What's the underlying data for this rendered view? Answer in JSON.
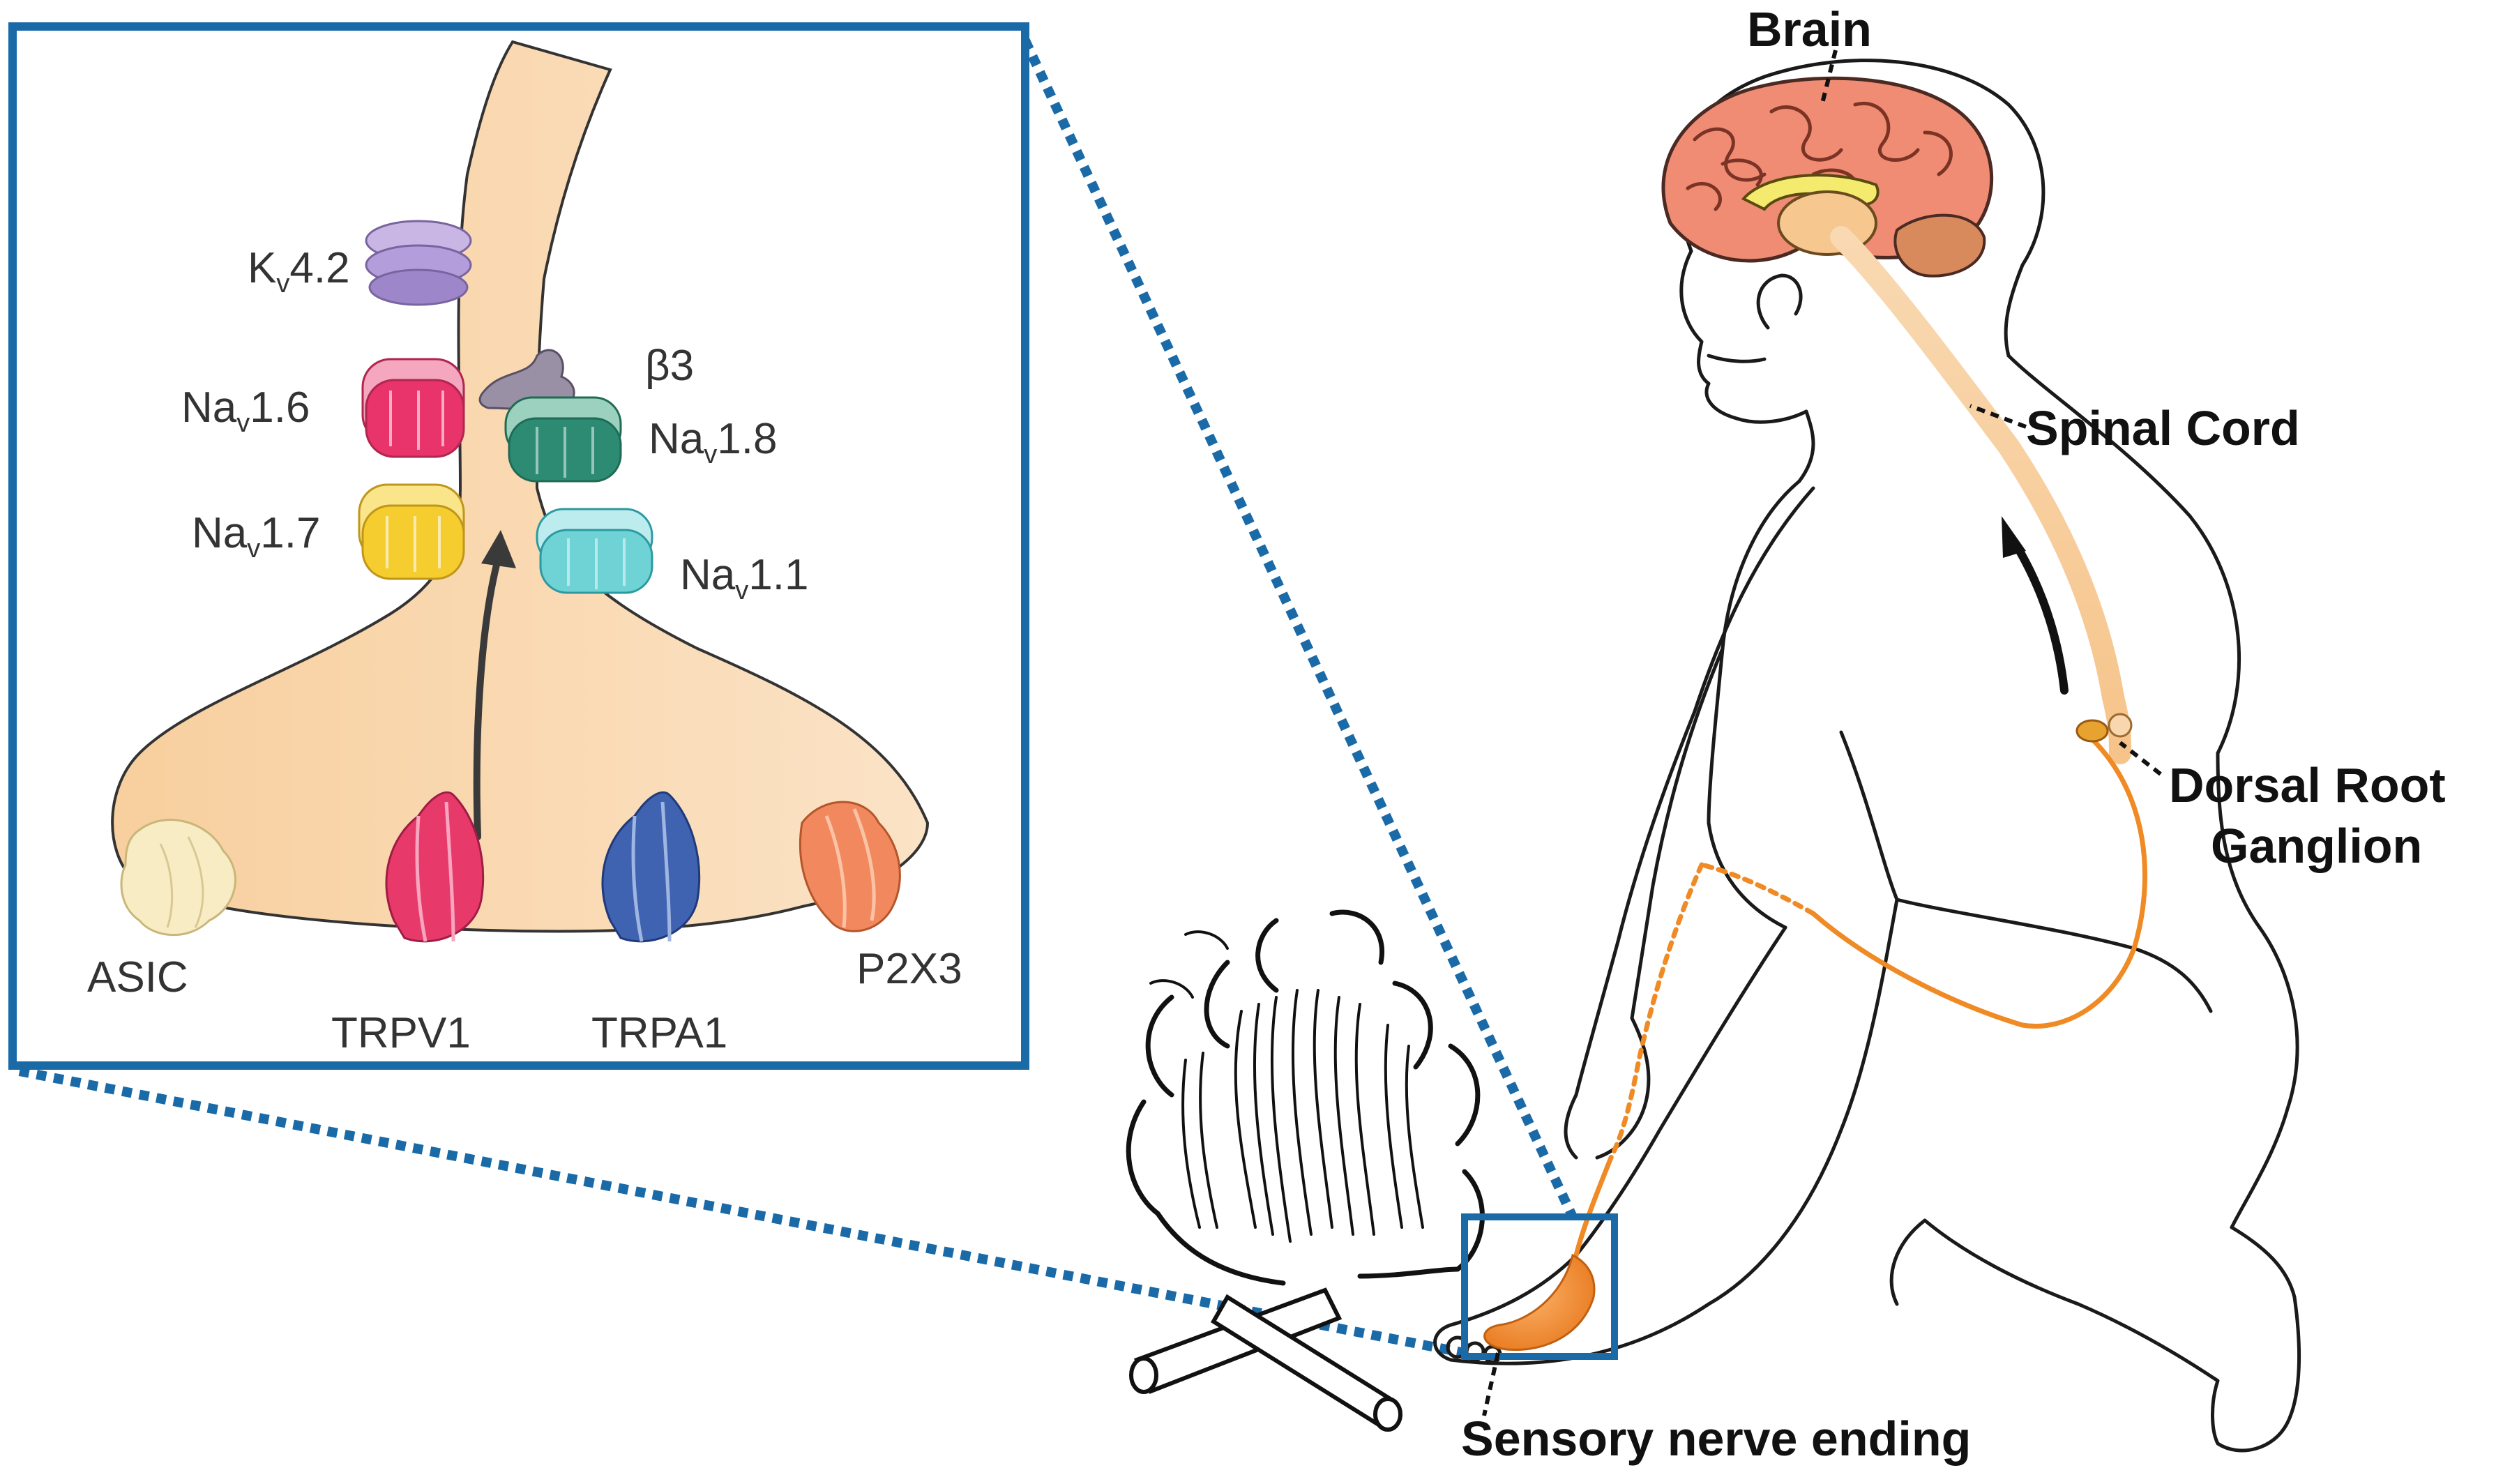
{
  "inset": {
    "channels": [
      {
        "id": "kv42",
        "prefix": "K",
        "sub": "v",
        "suffix": "4.2",
        "color": "#b39ddb"
      },
      {
        "id": "nav16",
        "prefix": "Na",
        "sub": "v",
        "suffix": "1.6",
        "color": "#e8336b"
      },
      {
        "id": "nav17",
        "prefix": "Na",
        "sub": "v",
        "suffix": "1.7",
        "color": "#f6cd2f"
      },
      {
        "id": "nav18",
        "prefix": "Na",
        "sub": "v",
        "suffix": "1.8",
        "color": "#2e8b73"
      },
      {
        "id": "nav11",
        "prefix": "Na",
        "sub": "v",
        "suffix": "1.1",
        "color": "#6fd3d6"
      }
    ],
    "beta3": {
      "label": "β3",
      "color": "#9a90a6"
    },
    "receptors": [
      {
        "id": "asic",
        "label": "ASIC",
        "color": "#f7ecc4"
      },
      {
        "id": "trpv1",
        "label": "TRPV1",
        "color": "#e83a6a"
      },
      {
        "id": "trpa1",
        "label": "TRPA1",
        "color": "#3f63b0"
      },
      {
        "id": "p2x3",
        "label": "P2X3",
        "color": "#f2895e"
      }
    ]
  },
  "labels": {
    "brain": "Brain",
    "spinal_cord": "Spinal Cord",
    "drg_line1": "Dorsal Root",
    "drg_line2": "Ganglion",
    "sensory": "Sensory nerve ending"
  },
  "colors": {
    "neuron": "#f8d6ae",
    "frame": "#1a6aa8",
    "nerve": "#f08a24",
    "brain": "#f08c73",
    "spine": "#f6c78f"
  }
}
